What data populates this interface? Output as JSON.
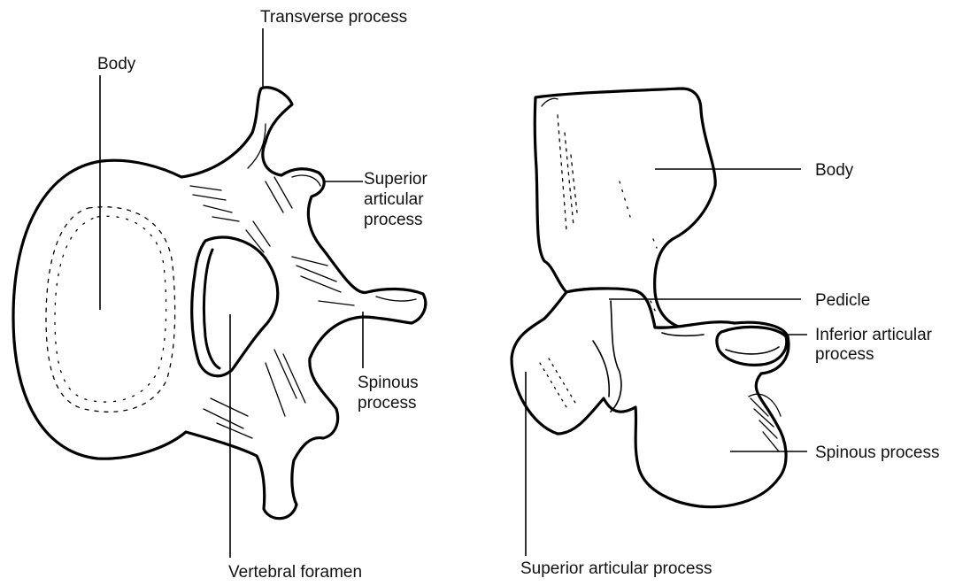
{
  "top_view": {
    "labels": {
      "transverse_process": "Transverse process",
      "body": "Body",
      "superior_articular_1": "Superior",
      "superior_articular_2": "articular",
      "superior_articular_3": "process",
      "spinous_1": "Spinous",
      "spinous_2": "process",
      "vertebral_foramen": "Vertebral foramen"
    }
  },
  "side_view": {
    "labels": {
      "body": "Body",
      "pedicle": "Pedicle",
      "inferior_articular_1": "Inferior articular",
      "inferior_articular_2": "process",
      "spinous_process": "Spinous process",
      "superior_articular_process": "Superior articular process"
    }
  },
  "colors": {
    "ink": "#000000",
    "background": "#ffffff"
  }
}
